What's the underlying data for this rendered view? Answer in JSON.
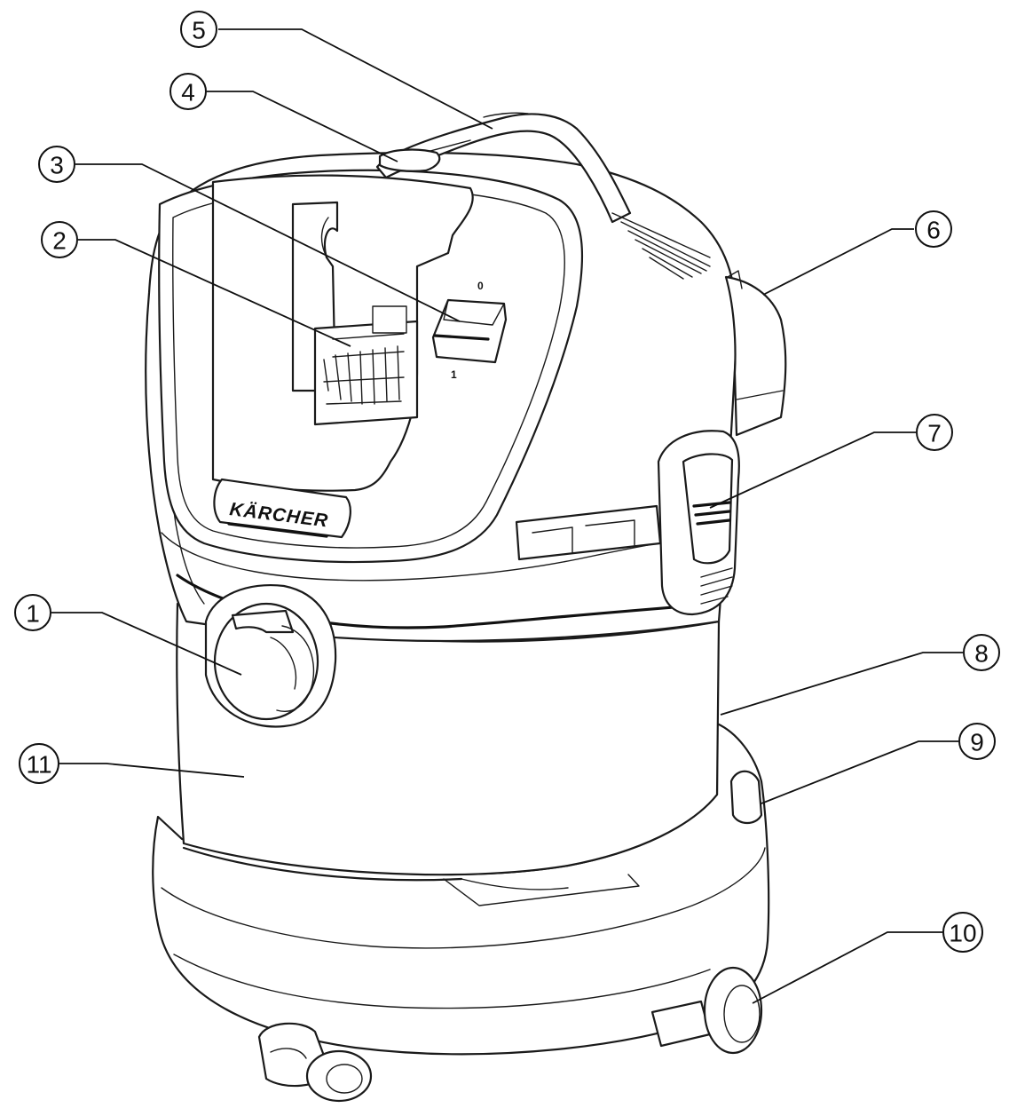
{
  "brand": {
    "name": "KÄRCHER"
  },
  "switch_marks": {
    "off": "0",
    "on": "1"
  },
  "callouts": [
    {
      "label": "1"
    },
    {
      "label": "2"
    },
    {
      "label": "3"
    },
    {
      "label": "4"
    },
    {
      "label": "5"
    },
    {
      "label": "6"
    },
    {
      "label": "7"
    },
    {
      "label": "8"
    },
    {
      "label": "9"
    },
    {
      "label": "10"
    },
    {
      "label": "11"
    }
  ]
}
